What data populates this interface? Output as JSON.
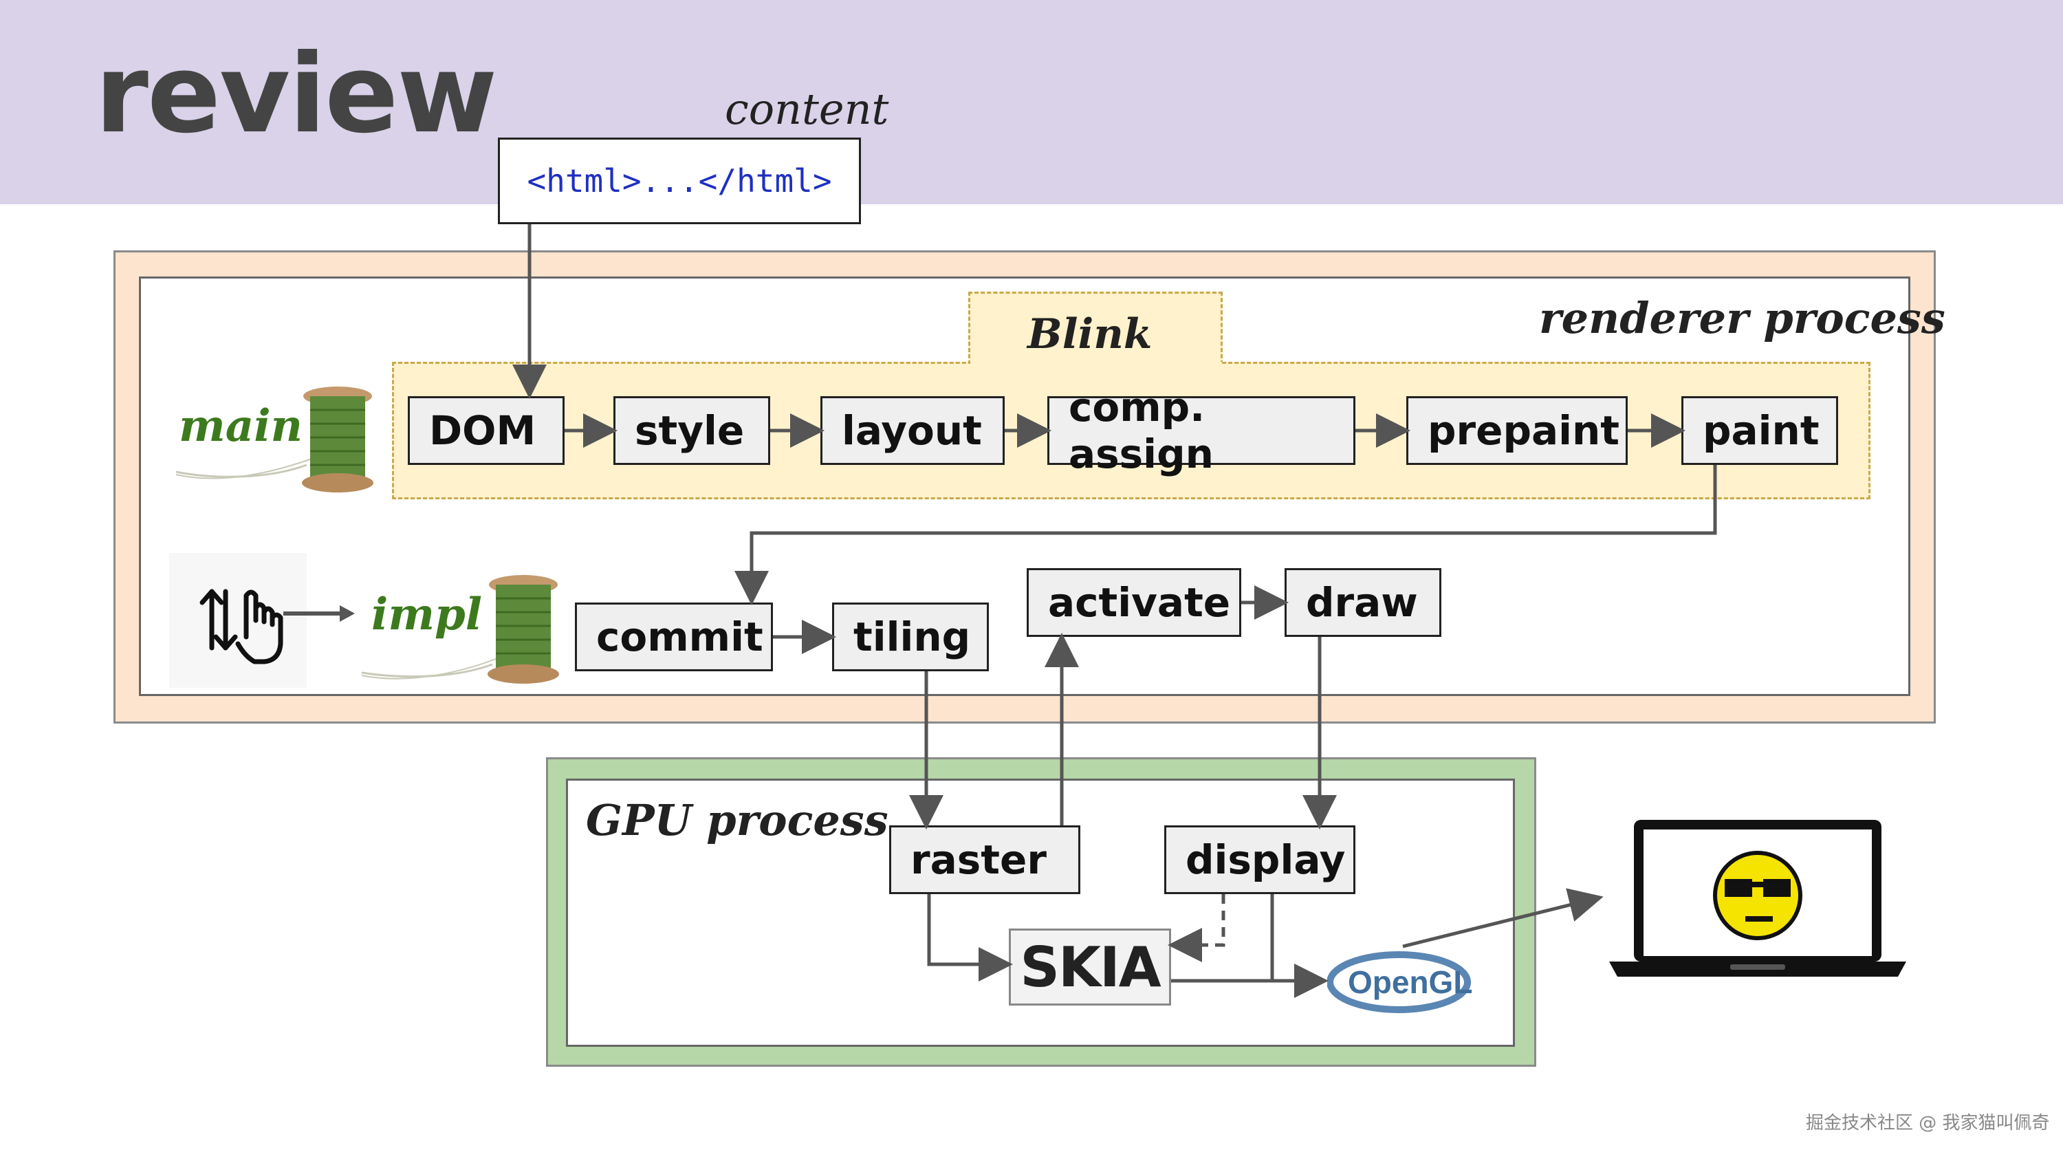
{
  "slide": {
    "title": "review"
  },
  "content": {
    "label": "content",
    "html_snippet": "<html>...</html>"
  },
  "renderer": {
    "label": "renderer process",
    "blink_label": "Blink",
    "main_thread_label": "main",
    "impl_thread_label": "impl",
    "blink_steps": [
      "DOM",
      "style",
      "layout",
      "comp. assign",
      "prepaint",
      "paint"
    ],
    "impl_steps": [
      "commit",
      "tiling",
      "activate",
      "draw"
    ]
  },
  "gpu": {
    "label": "GPU process",
    "steps": [
      "raster",
      "display"
    ],
    "skia_label": "SKIA",
    "opengl_label": "OpenGL"
  },
  "colors": {
    "header_band": "#d9d2e9",
    "renderer_bg": "#fce4cf",
    "blink_bg": "#fff2cc",
    "gpu_bg": "#b6d7a8",
    "thread_label": "#3d7a1e",
    "html_text": "#1f2fc2"
  },
  "icons": [
    "thread-spool-icon",
    "input-gesture-icon",
    "laptop-icon",
    "smiley-sunglasses-icon"
  ],
  "watermark": "掘金技术社区 @ 我家猫叫佩奇"
}
